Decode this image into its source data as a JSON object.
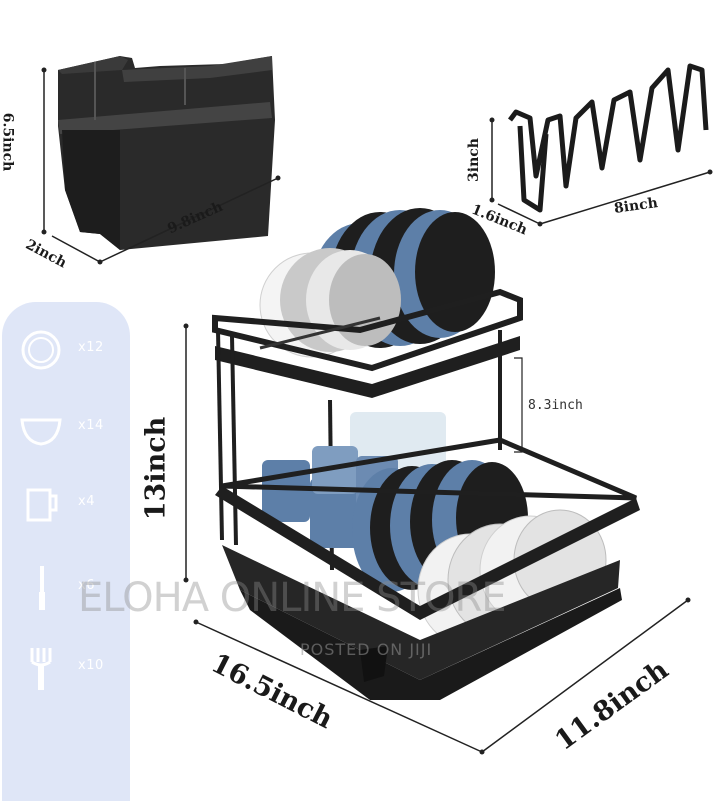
{
  "dimensions": {
    "utensil_holder": {
      "height": "6.5inch",
      "width": "9.8inch",
      "depth": "2inch"
    },
    "cup_holder": {
      "height": "3inch",
      "depth": "1.6inch",
      "width": "8inch"
    },
    "rack": {
      "height": "13inch",
      "tier_gap": "8.3inch",
      "length": "16.5inch",
      "width": "11.8inch"
    }
  },
  "capacity": [
    {
      "icon": "plate-icon",
      "count": "x12"
    },
    {
      "icon": "bowl-icon",
      "count": "x14"
    },
    {
      "icon": "mug-icon",
      "count": "x4"
    },
    {
      "icon": "knife-icon",
      "count": "x6"
    },
    {
      "icon": "fork-icon",
      "count": "x10"
    }
  ],
  "watermark": {
    "store": "ELOHA ONLINE STORE",
    "posted": "POSTED ON JIJI"
  },
  "colors": {
    "panel": "#dfe6f7",
    "rack": "#1f1f1f",
    "plate_blue": "#5d7fa8",
    "accent_black": "#111111"
  }
}
